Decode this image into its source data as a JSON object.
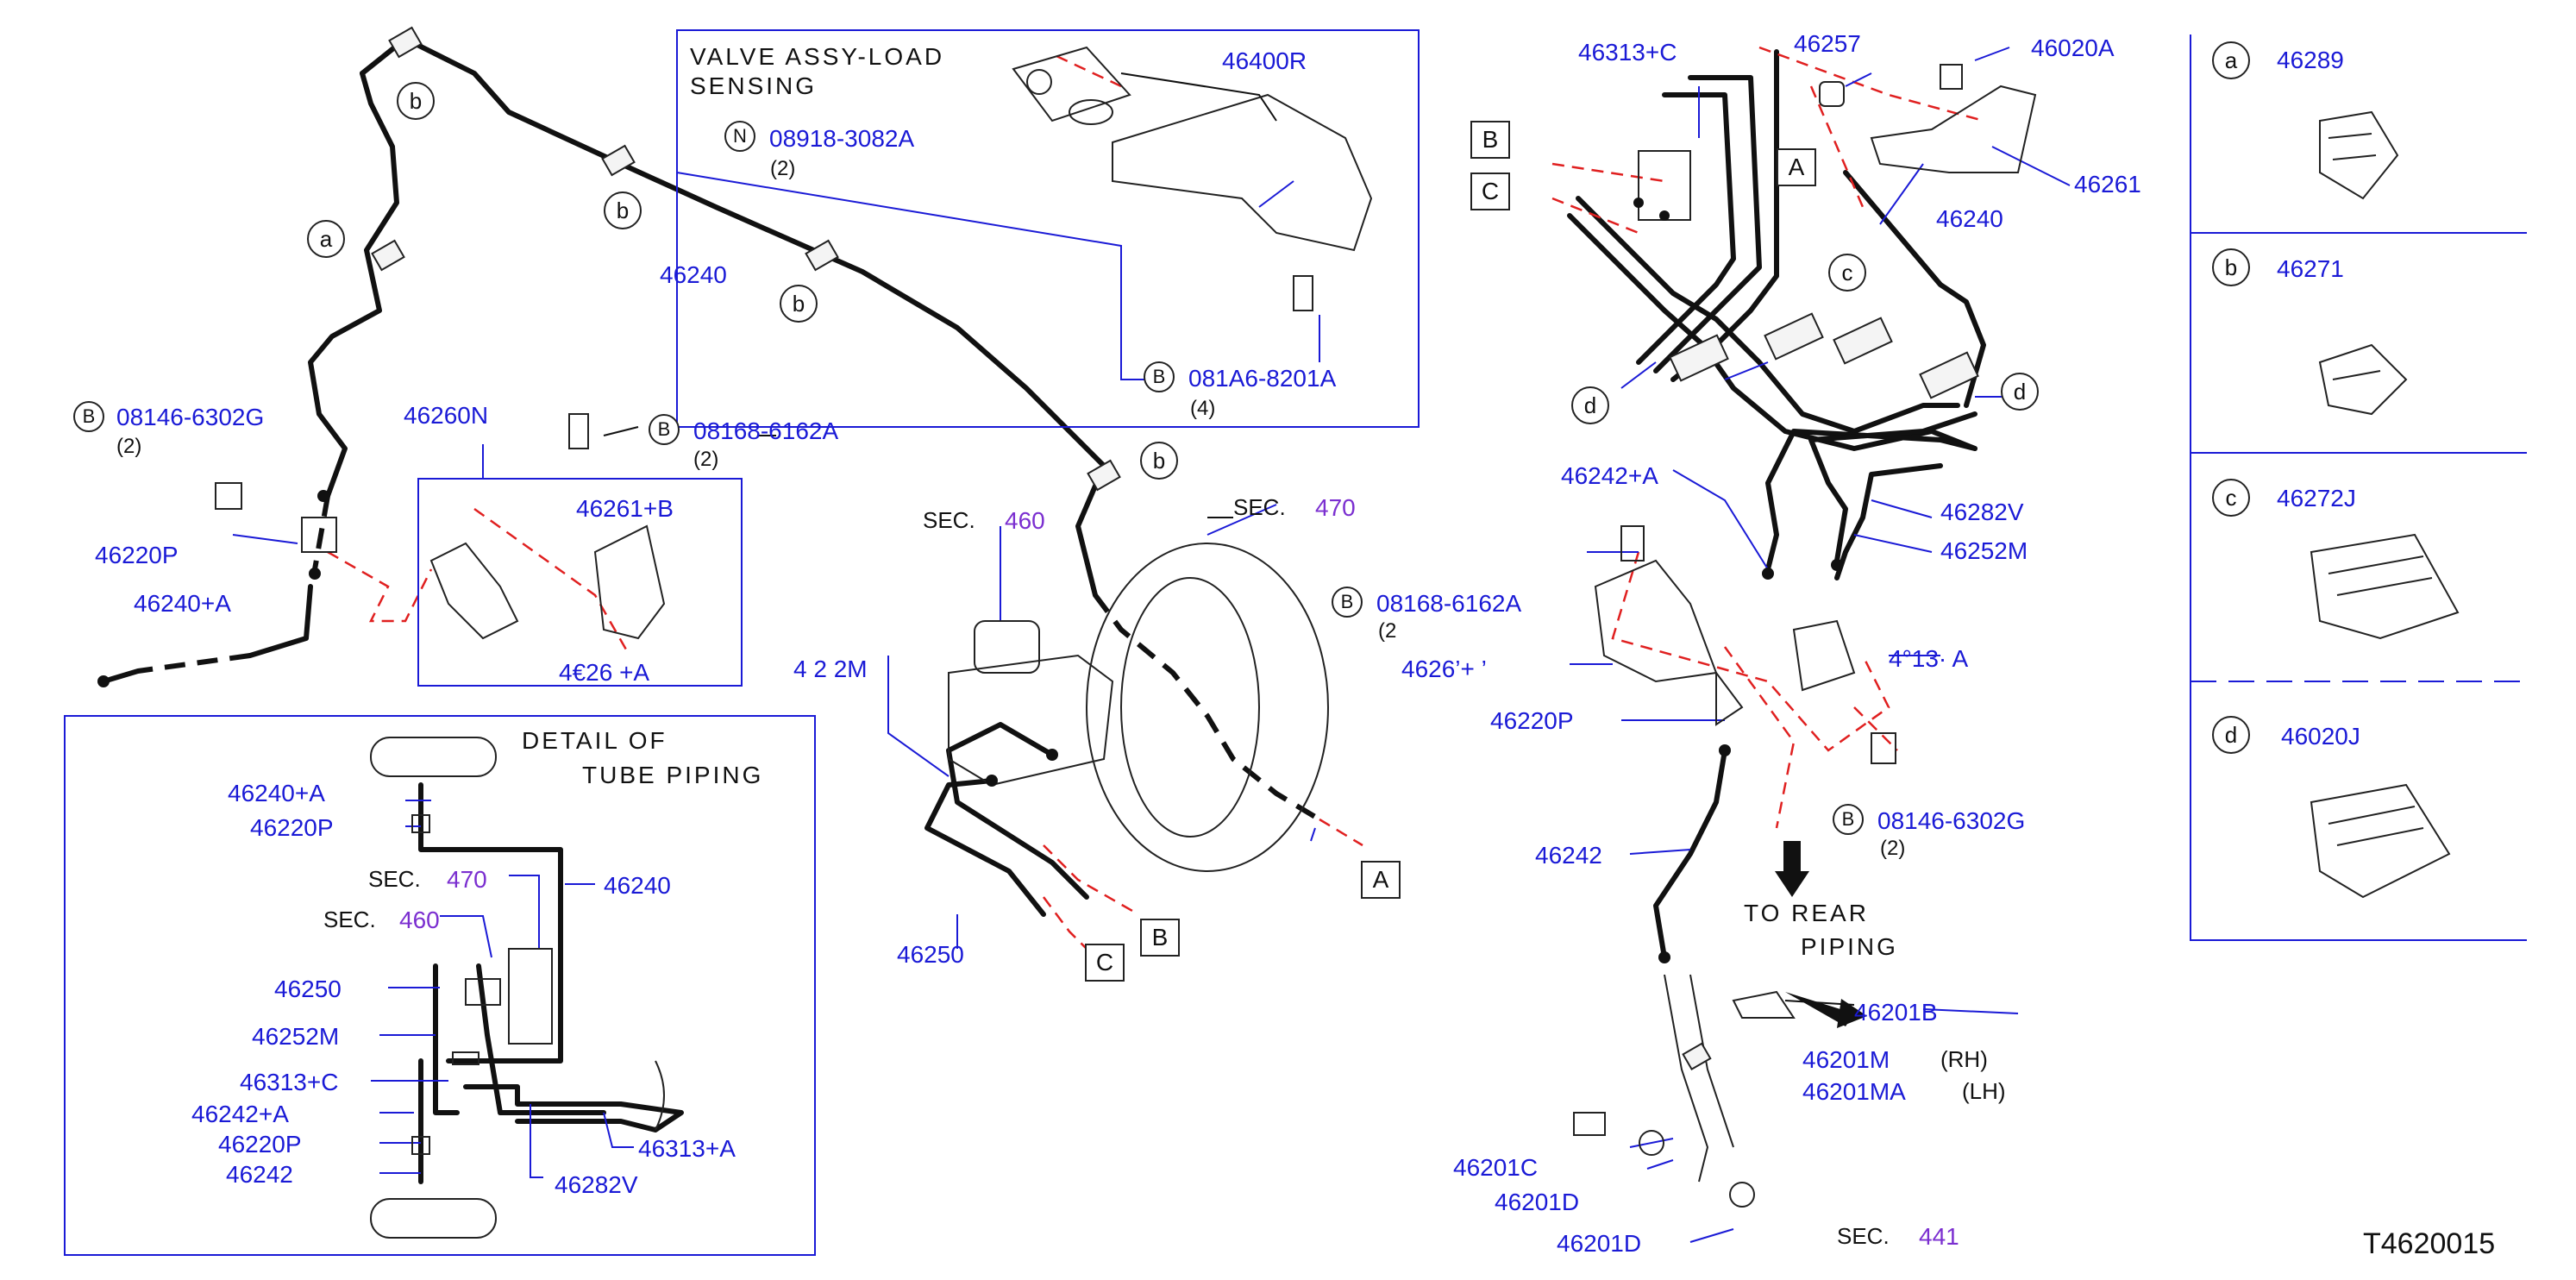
{
  "diagram_id": "T4620015",
  "sec_word": "SEC.",
  "secs": {
    "s460": "460",
    "s470": "470",
    "s441": "441"
  },
  "valve": {
    "line1": "VALVE  ASSY-LOAD",
    "line2": "SENSING",
    "p46400R": "46400R",
    "nut": "08918-3082A",
    "nut_qty": "(2)",
    "bolt": "081A6-8201A",
    "bolt_qty": "(4)"
  },
  "detail": {
    "line1": "DETAIL  OF",
    "line2": "TUBE  PIPING"
  },
  "parts": {
    "p46240": "46240",
    "p46240A": "46240+A",
    "p46220P": "46220P",
    "p46260N": "46260N",
    "p46261B": "46261+B",
    "p46261": "46261",
    "p46250": "46250",
    "p46252M": "46252M",
    "p46313C": "46313+C",
    "p46313A": "46313+A",
    "p46242A": "46242+A",
    "p46242": "46242",
    "p46282V": "46282V",
    "p46257": "46257",
    "p46020A": "46020A",
    "p46201B": "46201B",
    "p46201M": "46201M",
    "p46201MA": "46201MA",
    "p46201C": "46201C",
    "p46201D": "46201D",
    "p46289": "46289",
    "p46271": "46271",
    "p46272J": "46272J",
    "p46020J": "46020J"
  },
  "fragments": {
    "f_4262m": "4  2  2M",
    "f_46261c": "4626’+ ’",
    "f_4626a": "4€26 +A",
    "f_46313a": "4°13· A",
    "f_2": "(2"
  },
  "bolts": {
    "b08146": "08146-6302G",
    "b08168": "08168-6162A"
  },
  "qty2": "(2)",
  "rh": "(RH)",
  "lh": "(LH)",
  "to_rear": {
    "line1": "TO  REAR",
    "line2": "PIPING"
  },
  "letters": {
    "a": "a",
    "b": "b",
    "c": "c",
    "d": "d",
    "A": "A",
    "B": "B",
    "C": "C",
    "N": "N"
  }
}
